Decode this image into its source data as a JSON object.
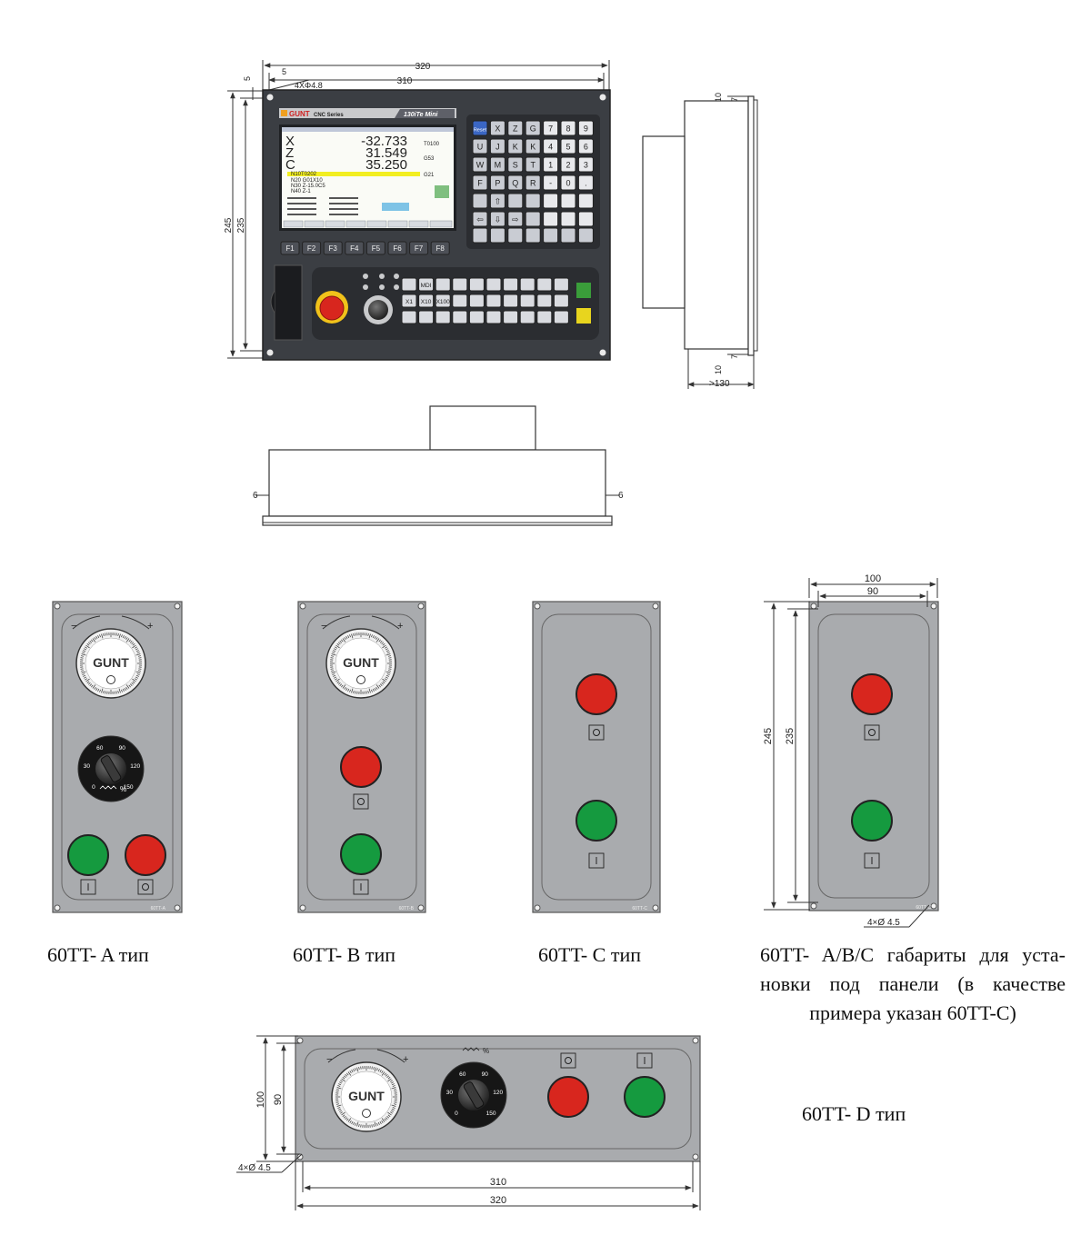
{
  "top_dims": {
    "w_outer": "320",
    "w_inner": "310",
    "offset": "5",
    "holes": "4XΦ4.8",
    "h_outer": "245",
    "h_inner": "235",
    "side_top_a": "10",
    "side_top_b": "7",
    "side_bot_a": "10",
    "side_bot_b": "7",
    "side_depth": ">130",
    "bottom_left": "6",
    "bottom_right": "6"
  },
  "cnc": {
    "brand": "GUNT",
    "series": "CNC Series",
    "model": "130iTe Mini",
    "screen": {
      "axes": [
        {
          "name": "X",
          "value": "-32.733"
        },
        {
          "name": "Z",
          "value": "31.549"
        },
        {
          "name": "C",
          "value": "35.250"
        }
      ],
      "codes": [
        "T0100",
        "G53",
        "G21"
      ],
      "program_lines": [
        "N10T0202",
        "N20 G01X10",
        "N30 Z-15.0C5",
        "N40 Z-1"
      ]
    },
    "fkeys": [
      "F1",
      "F2",
      "F3",
      "F4",
      "F5",
      "F6",
      "F7",
      "F8"
    ],
    "keypad": [
      [
        "Reset",
        "X",
        "Z",
        "G",
        "7",
        "8",
        "9"
      ],
      [
        "U",
        "J",
        "K",
        "K",
        "4",
        "5",
        "6"
      ],
      [
        "W",
        "M",
        "S",
        "T",
        "1",
        "2",
        "3"
      ],
      [
        "F",
        "P",
        "Q",
        "R",
        "-",
        "0",
        "."
      ],
      [
        "",
        "⇧",
        "",
        "",
        "",
        "",
        ""
      ],
      [
        "⇦",
        "⇩",
        "⇨",
        "",
        "",
        "",
        ""
      ]
    ],
    "op_keys_row1": [
      "",
      "MDI",
      "",
      "",
      "",
      "",
      "",
      "",
      "",
      ""
    ],
    "op_keys_row2": [
      "X1",
      "X10",
      "X100",
      "",
      "",
      "",
      "",
      "",
      "",
      ""
    ]
  },
  "panels": {
    "brand": "GUNT",
    "knob_ticks": [
      "0",
      "30",
      "60",
      "90",
      "120",
      "150"
    ],
    "percent": "%",
    "plus": "+",
    "minus": "−",
    "label_a": "60TT-A",
    "label_b": "60TT-B",
    "label_c": "60TT-C",
    "label_ref": "60TT-C"
  },
  "ref_dims": {
    "w_outer": "100",
    "w_inner": "90",
    "h_outer": "245",
    "h_inner": "235",
    "holes": "4×Ø 4.5"
  },
  "d_dims": {
    "h_outer": "100",
    "h_inner": "90",
    "w_inner": "310",
    "w_outer": "320",
    "holes": "4×Ø 4.5"
  },
  "captions": {
    "a": "60TT- A тип",
    "b": "60TT- B тип",
    "c": "60TT- C тип",
    "abc_line1": "60TT- A/B/C габариты для уста-",
    "abc_line2": "новки под панели (в качестве",
    "abc_line3": "примера указан 60TT-C)",
    "d": "60TT- D тип"
  },
  "colors": {
    "panel": "#a9abae",
    "cnc": "#3c3f44",
    "red": "#d8261e",
    "green": "#159a3f",
    "screen": "#fafbf6"
  }
}
